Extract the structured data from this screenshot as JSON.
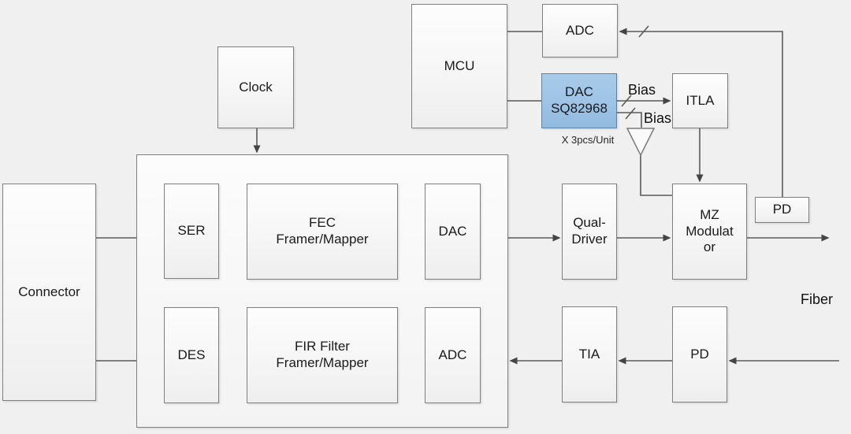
{
  "colors": {
    "background": "#f0f0f0",
    "box_border": "#7f7f7f",
    "highlight_fill": "#9dc3e6",
    "highlight_border": "#5b84ab",
    "wire": "#595959"
  },
  "nodes": {
    "connector": "Connector",
    "clock": "Clock",
    "ser": "SER",
    "fec_framer": "FEC\nFramer/Mapper",
    "dac_core": "DAC",
    "des": "DES",
    "fir_filter": "FIR Filter\nFramer/Mapper",
    "adc_core": "ADC",
    "mcu": "MCU",
    "adc_monitor": "ADC",
    "dac_bias": "DAC\nSQ82968",
    "itla": "ITLA",
    "qual_driver": "Qual-\nDriver",
    "mz_modulator": "MZ\nModulat\nor",
    "pd_tap": "PD",
    "tia": "TIA",
    "pd_rx": "PD"
  },
  "annotations": {
    "dac_note": "X 3pcs/Unit",
    "bias_to_itla": "Bias",
    "bias_to_mz": "Bias",
    "fiber": "Fiber"
  },
  "icons": {
    "amplifier": "amplifier-triangle-icon",
    "bus_slash": "bus-width-slash-icon",
    "arrowhead": "arrowhead-icon"
  }
}
